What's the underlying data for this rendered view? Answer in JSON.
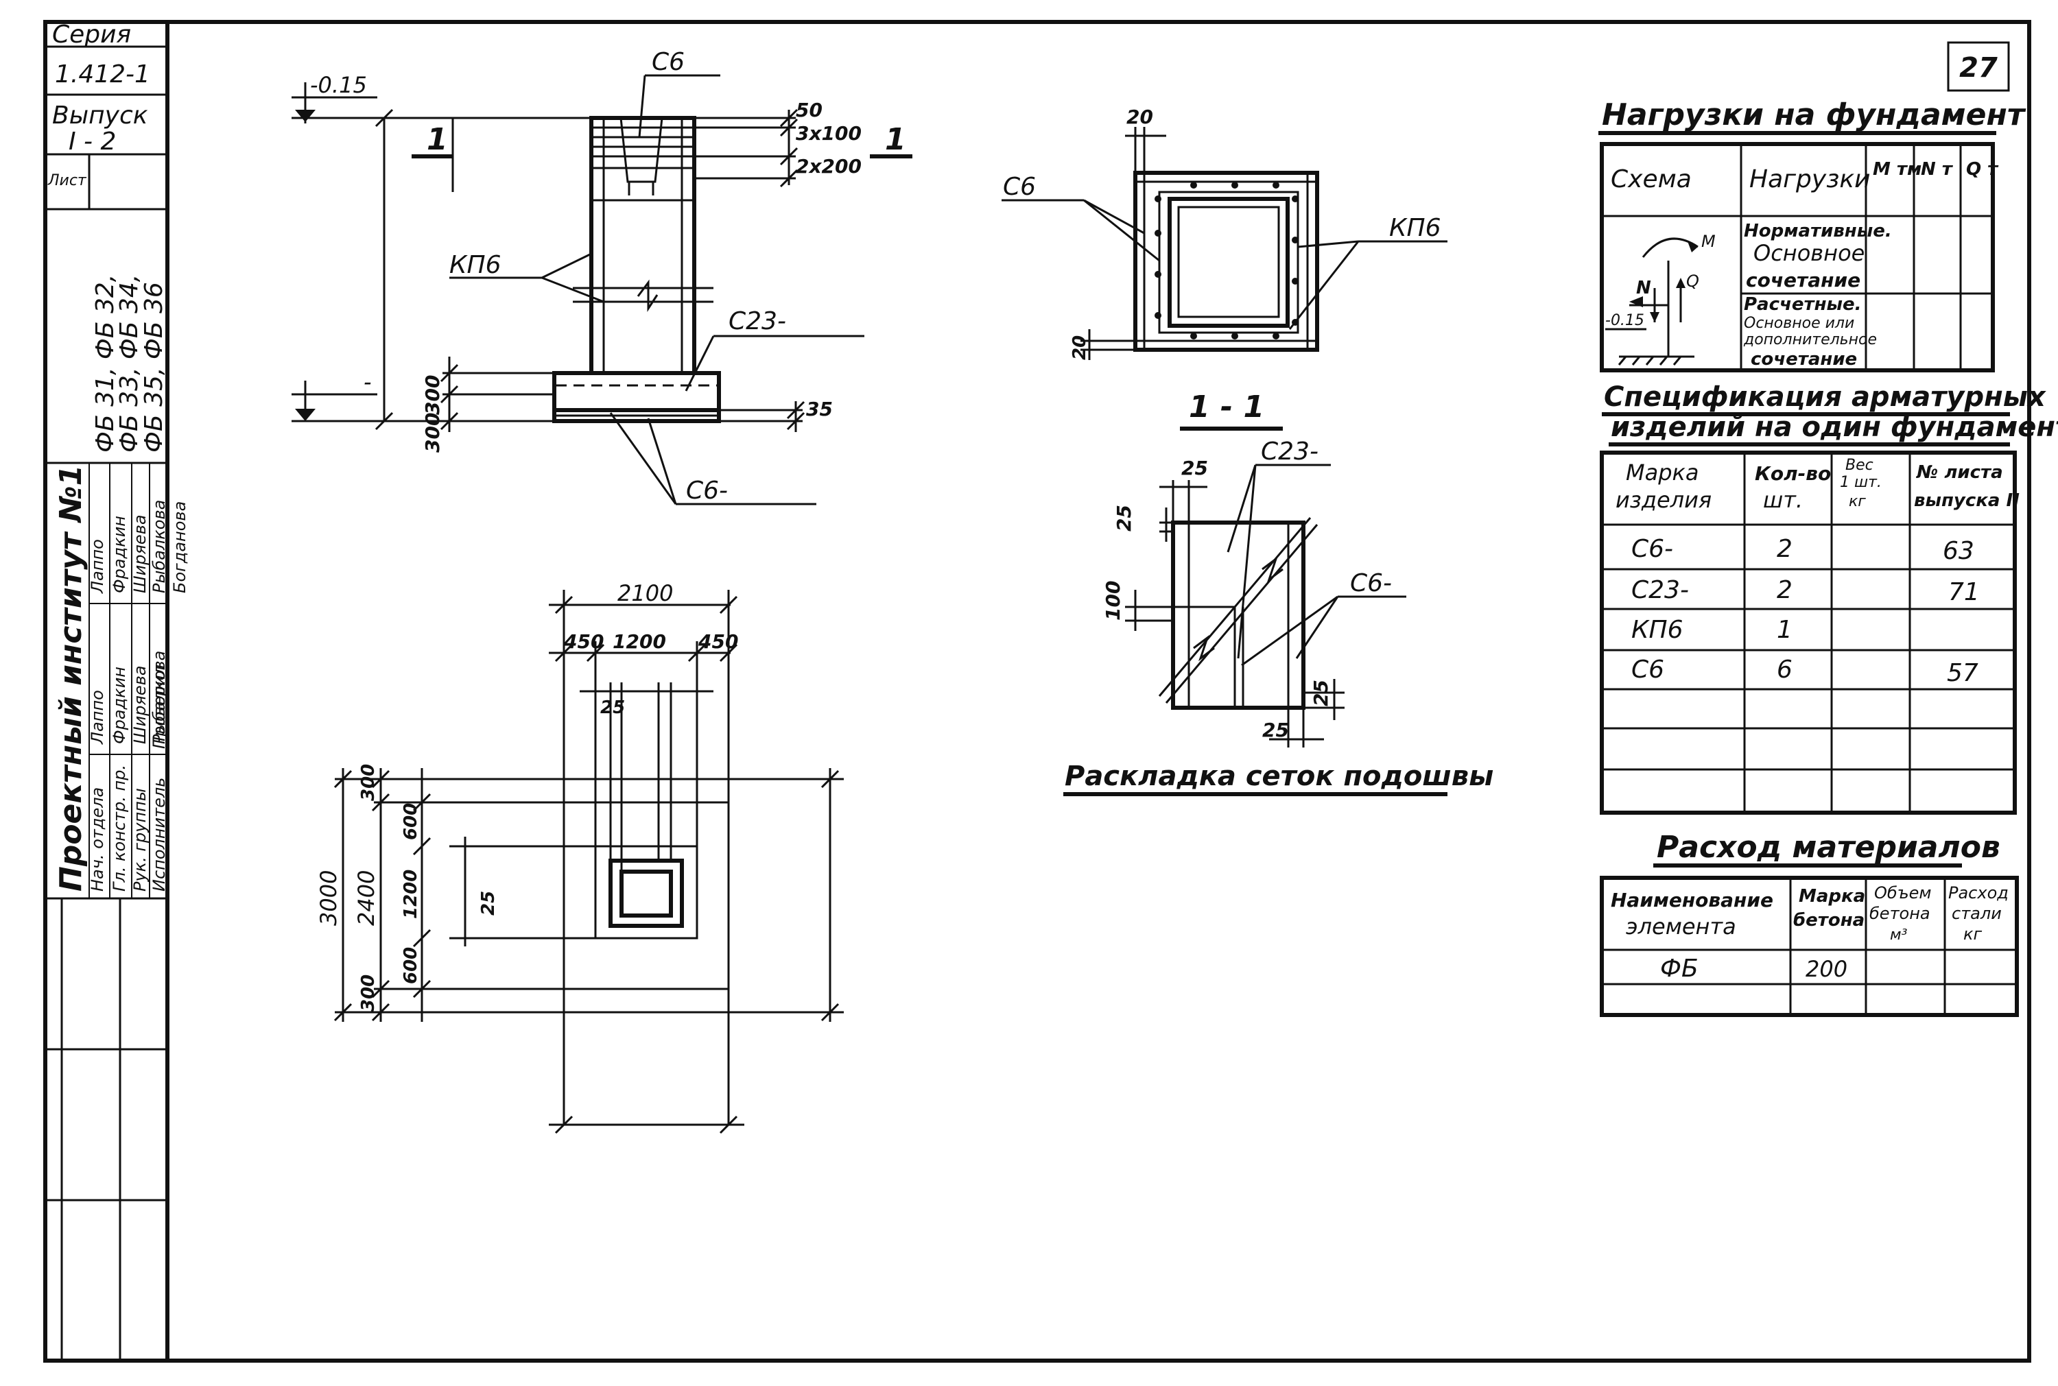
{
  "sheet_number": "27",
  "stamp": {
    "series_label": "Серия",
    "series_value": "1.412-1",
    "issue_label": "Выпуск",
    "issue_value": "I - 2",
    "sheet_label": "Лист",
    "marks": [
      "ФБ 31, ФБ 32,",
      "ФБ 33, ФБ 34,",
      "ФБ 35, ФБ 36"
    ],
    "institute": "Проектный институт №1",
    "roles": [
      "Нач. отдела",
      "Гл. констр. пр.",
      "Рук. группы",
      "Исполнитель",
      "Проверил"
    ],
    "names": [
      "Лаппо",
      "Фрадкин",
      "Ширяева",
      "Рыбалкова",
      "Богданова"
    ],
    "signatures": [
      "Лаппо",
      "Фрадкин",
      "Ширяева",
      "Рыбалкова",
      "Богданова"
    ]
  },
  "elevation": {
    "level_top": "-0.15",
    "level_bottom": "-",
    "section_mark": "1",
    "dims": [
      "50",
      "3х100",
      "2х200",
      "300",
      "300",
      "35"
    ],
    "labels": [
      "С6",
      "КП6",
      "С23-",
      "С6-"
    ]
  },
  "plan": {
    "dims_horizontal": [
      "2100",
      "450",
      "1200",
      "450",
      "25"
    ],
    "dims_vertical": [
      "3000",
      "2400",
      "300",
      "600",
      "1200",
      "600",
      "300",
      "25"
    ]
  },
  "section": {
    "title": "1 - 1",
    "dims": [
      "20",
      "20"
    ],
    "labels": [
      "С6",
      "КП6"
    ]
  },
  "mesh_layout": {
    "title": "Раскладка сеток подошвы",
    "dims": [
      "25",
      "25",
      "100",
      "25",
      "25"
    ],
    "labels": [
      "С23-",
      "С6-"
    ]
  },
  "loads": {
    "title": "Нагрузки на фундамент",
    "headers": [
      "Схема",
      "Нагрузки",
      "M тм",
      "N т",
      "Q т"
    ],
    "rows": [
      [
        "Нормативные.",
        "Основное",
        "сочетание"
      ],
      [
        "Расчетные.",
        "Основное или",
        "дополнительное",
        "сочетание"
      ]
    ],
    "scheme_labels": [
      "M",
      "N",
      "Q",
      "-0.15"
    ]
  },
  "spec": {
    "title_line1": "Спецификация арматурных",
    "title_line2": "изделий на один фундамент",
    "headers": [
      [
        "Марка",
        "изделия"
      ],
      [
        "Кол-во",
        "шт."
      ],
      [
        "Вес",
        "1 шт.",
        "кг"
      ],
      [
        "№ листа",
        "выпуска II"
      ]
    ],
    "rows": [
      [
        "С6-",
        "2",
        "",
        "63"
      ],
      [
        "С23-",
        "2",
        "",
        "71"
      ],
      [
        "КП6",
        "1",
        "",
        ""
      ],
      [
        "С6",
        "6",
        "",
        "57"
      ]
    ]
  },
  "materials": {
    "title": "Расход материалов",
    "headers": [
      [
        "Наименование",
        "элемента"
      ],
      [
        "Марка",
        "бетона"
      ],
      [
        "Объем",
        "бетона",
        "м³"
      ],
      [
        "Расход",
        "стали",
        "кг"
      ]
    ],
    "rows": [
      [
        "ФБ",
        "200",
        "",
        ""
      ]
    ]
  }
}
